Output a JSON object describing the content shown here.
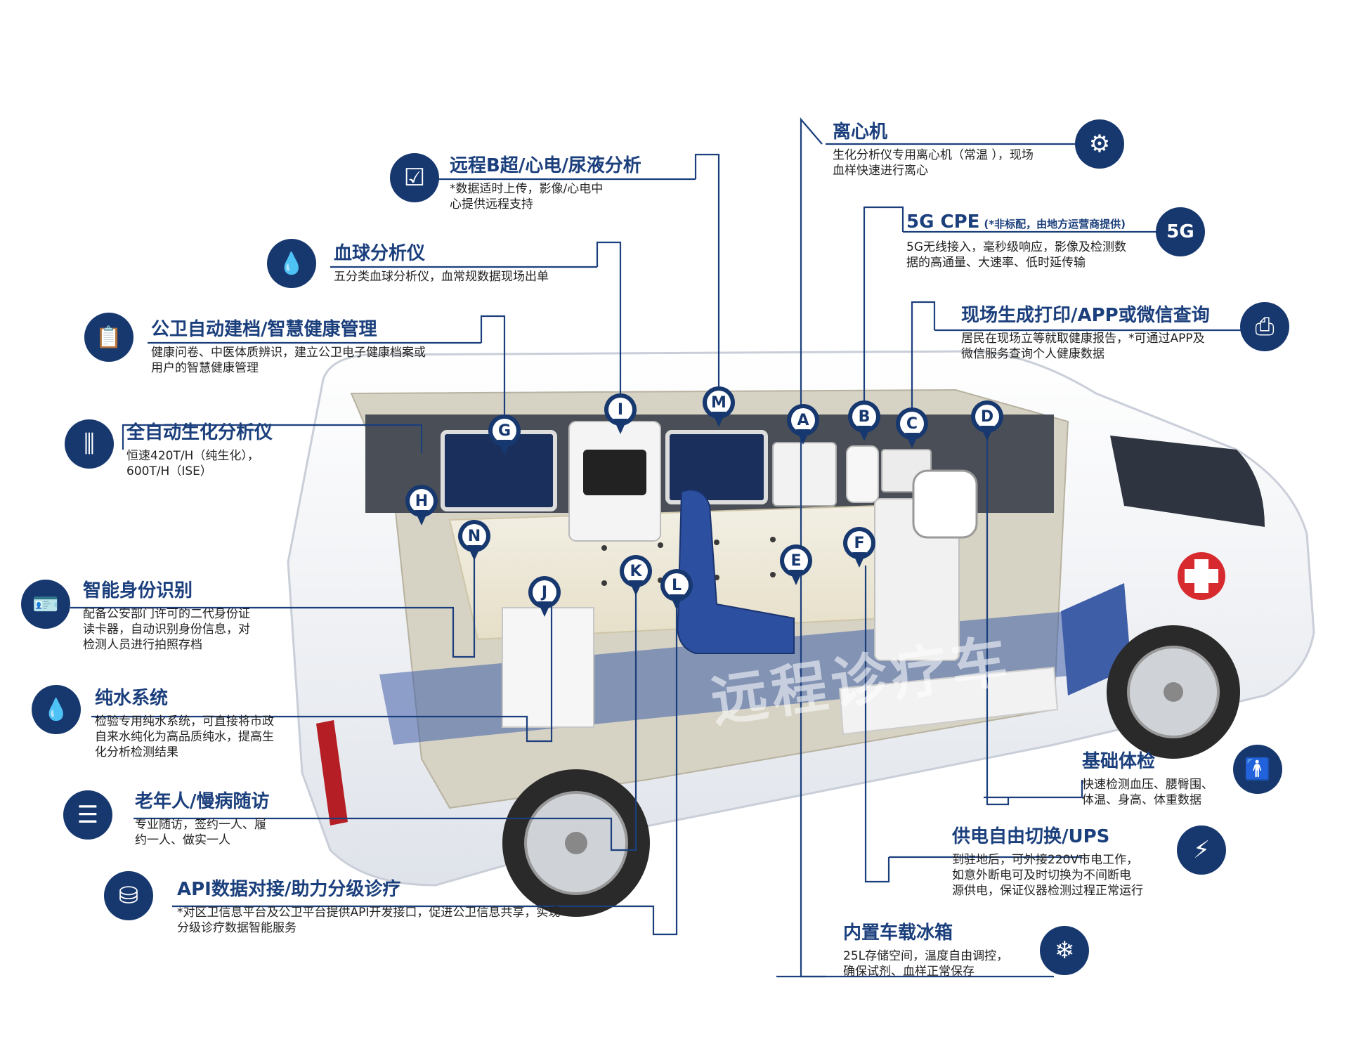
{
  "features": [
    {
      "id": "centrifuge",
      "title": "离心机",
      "desc": "生化分析仪专用离心机（常温 ），现场\n血样快速进行离心",
      "icon": "centrifuge-icon",
      "glyph": "⚙"
    },
    {
      "id": "5g",
      "title": "5G CPE",
      "note": "(*非标配，由地方运营商提供)",
      "desc": "5G无线接入，毫秒级响应，影像及检测数\n据的高通量、大速率、低时延传输",
      "icon": "5g-icon",
      "glyph": "5G"
    },
    {
      "id": "print",
      "title": "现场生成打印/APP或微信查询",
      "desc": "居民在现场立等就取健康报告，*可通过APP及\n微信服务查询个人健康数据",
      "icon": "printer-icon",
      "glyph": "⎙"
    },
    {
      "id": "remote",
      "title": "远程B超/心电/尿液分析",
      "desc": "*数据适时上传，影像/心电中\n心提供远程支持",
      "icon": "checkbox-icon",
      "glyph": "☑"
    },
    {
      "id": "blood",
      "title": "血球分析仪",
      "desc": "五分类血球分析仪，血常规数据现场出单",
      "icon": "blood-drop-icon",
      "glyph": "💧"
    },
    {
      "id": "archive",
      "title": "公卫自动建档/智慧健康管理",
      "desc": "健康问卷、中医体质辨识，建立公卫电子健康档案或\n用户的智慧健康管理",
      "icon": "document-icon",
      "glyph": "📋"
    },
    {
      "id": "biochem",
      "title": "全自动生化分析仪",
      "desc": "恒速420T/H（纯生化），\n600T/H（ISE）",
      "icon": "test-tubes-icon",
      "glyph": "⫼"
    },
    {
      "id": "idcard",
      "title": "智能身份识别",
      "desc": "配备公安部门许可的二代身份证\n读卡器，自动识别身份信息，对\n检测人员进行拍照存档",
      "icon": "id-card-icon",
      "glyph": "🪪"
    },
    {
      "id": "water",
      "title": "纯水系统",
      "desc": "检验专用纯水系统，可直接将市政\n自来水纯化为高品质纯水，提高生\n化分析检测结果",
      "icon": "water-drop-icon",
      "glyph": "💧"
    },
    {
      "id": "elderly",
      "title": "老年人/慢病随访",
      "desc": "专业随访，签约一人、履\n约一人、做实一人",
      "icon": "user-list-icon",
      "glyph": "☰"
    },
    {
      "id": "api",
      "title": "API数据对接/助力分级诊疗",
      "desc": "*对区卫信息平台及公卫平台提供API开发接口，促进公卫信息共享，实现\n分级诊疗数据智能服务",
      "icon": "database-icon",
      "glyph": "⛁"
    },
    {
      "id": "basic",
      "title": "基础体检",
      "desc": "快速检测血压、腰臀围、\n体温、身高、体重数据",
      "icon": "person-icon",
      "glyph": "🚹"
    },
    {
      "id": "ups",
      "title": "供电自由切换/UPS",
      "desc": "到驻地后，可外接220V市电工作，\n如意外断电可及时切换为不间断电\n源供电，保证仪器检测过程正常运行",
      "icon": "lightning-icon",
      "glyph": "⚡"
    },
    {
      "id": "fridge",
      "title": "内置车载冰箱",
      "desc": "25L存储空间，温度自由调控，\n确保试剂、血样正常保存",
      "icon": "snowflake-icon",
      "glyph": "❄"
    }
  ],
  "pins": [
    "A",
    "B",
    "C",
    "D",
    "E",
    "F",
    "G",
    "H",
    "I",
    "J",
    "K",
    "L",
    "M",
    "N"
  ],
  "watermark": "远程诊疗车",
  "colors": {
    "navy": "#17386f",
    "title": "#1b3f7c",
    "line": "#1b3f7c",
    "vehicle": "#ffffff",
    "floor": "#3f5ea8"
  }
}
